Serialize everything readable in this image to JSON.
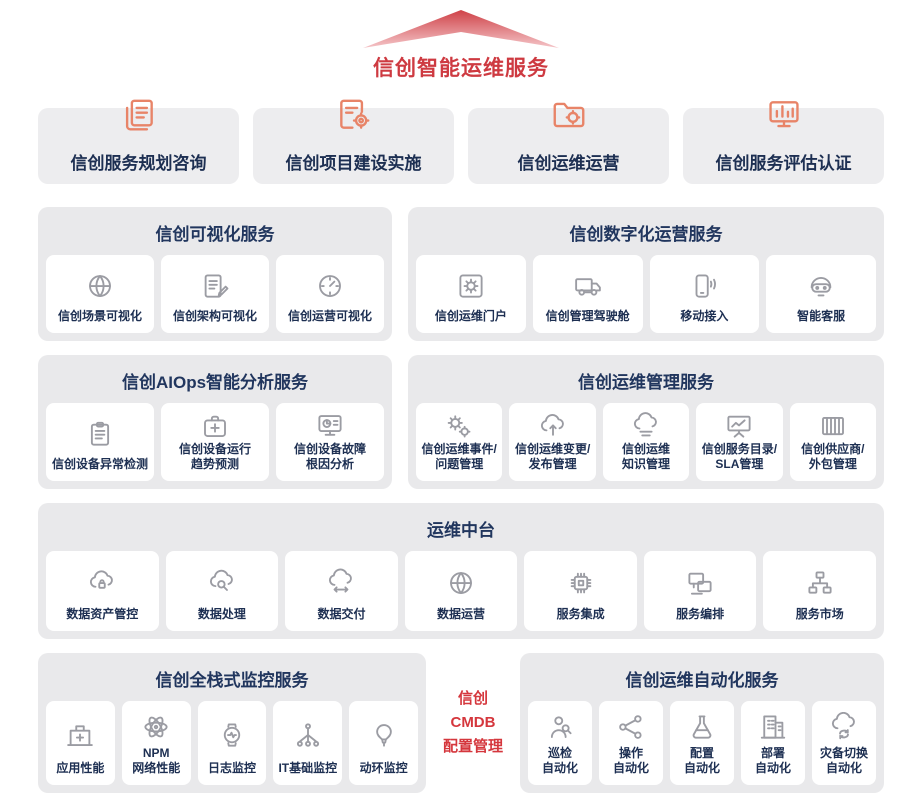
{
  "header": {
    "title": "信创智能运维服务",
    "arrow_icon": "upward-chevron-banner"
  },
  "top_services": [
    {
      "label": "信创服务规划咨询",
      "icon": "documents-icon"
    },
    {
      "label": "信创项目建设实施",
      "icon": "document-gear-icon"
    },
    {
      "label": "信创运维运营",
      "icon": "folder-gear-icon"
    },
    {
      "label": "信创服务评估认证",
      "icon": "chart-monitor-icon"
    }
  ],
  "panels": {
    "visualization": {
      "title": "信创可视化服务",
      "cards": [
        {
          "label": "信创场景可视化",
          "icon": "globe-icon"
        },
        {
          "label": "信创架构可视化",
          "icon": "blueprint-pencil-icon"
        },
        {
          "label": "信创运营可视化",
          "icon": "gauge-icon"
        }
      ]
    },
    "digital": {
      "title": "信创数字化运营服务",
      "cards": [
        {
          "label": "信创运维门户",
          "icon": "gear-panel-icon"
        },
        {
          "label": "信创管理驾驶舱",
          "icon": "truck-icon"
        },
        {
          "label": "移动接入",
          "icon": "mobile-signal-icon"
        },
        {
          "label": "智能客服",
          "icon": "robot-headset-icon"
        }
      ]
    },
    "aiops": {
      "title": "信创AIOps智能分析服务",
      "cards": [
        {
          "label": "信创设备异常检测",
          "icon": "clipboard-icon"
        },
        {
          "label": "信创设备运行\n趋势预测",
          "icon": "medkit-icon"
        },
        {
          "label": "信创设备故障\n根因分析",
          "icon": "monitor-pie-icon"
        }
      ]
    },
    "mgmt": {
      "title": "信创运维管理服务",
      "cards": [
        {
          "label": "信创运维事件/\n问题管理",
          "icon": "double-gear-icon"
        },
        {
          "label": "信创运维变更/\n发布管理",
          "icon": "cloud-upload-icon"
        },
        {
          "label": "信创运维\n知识管理",
          "icon": "cloud-list-icon"
        },
        {
          "label": "信创服务目录/\nSLA管理",
          "icon": "chart-board-icon"
        },
        {
          "label": "信创供应商/\n外包管理",
          "icon": "container-icon"
        }
      ]
    },
    "middle": {
      "title": "运维中台",
      "cards": [
        {
          "label": "数据资产管控",
          "icon": "cloud-lock-icon"
        },
        {
          "label": "数据处理",
          "icon": "cloud-search-icon"
        },
        {
          "label": "数据交付",
          "icon": "cloud-transfer-icon"
        },
        {
          "label": "数据运营",
          "icon": "globe-network-icon"
        },
        {
          "label": "服务集成",
          "icon": "chip-icon"
        },
        {
          "label": "服务编排",
          "icon": "screens-icon"
        },
        {
          "label": "服务市场",
          "icon": "network-hierarchy-icon"
        }
      ]
    },
    "monitoring": {
      "title": "信创全栈式监控服务",
      "cards": [
        {
          "label": "应用性能",
          "icon": "hospital-icon"
        },
        {
          "label": "NPM\n网络性能",
          "icon": "atom-icon"
        },
        {
          "label": "日志监控",
          "icon": "watch-pulse-icon"
        },
        {
          "label": "IT基础监控",
          "icon": "circuit-icon"
        },
        {
          "label": "动环监控",
          "icon": "balloon-icon"
        }
      ]
    },
    "automation": {
      "title": "信创运维自动化服务",
      "cards": [
        {
          "label": "巡检\n自动化",
          "icon": "person-search-icon"
        },
        {
          "label": "操作\n自动化",
          "icon": "share-nodes-icon"
        },
        {
          "label": "配置\n自动化",
          "icon": "flask-icon"
        },
        {
          "label": "部署\n自动化",
          "icon": "building-icon"
        },
        {
          "label": "灾备切换\n自动化",
          "icon": "cloud-failover-icon"
        }
      ]
    }
  },
  "cmdb": {
    "label": "信创\nCMDB\n配置管理"
  },
  "colors": {
    "title_red": "#ce3a41",
    "cmdb_red": "#d5373d",
    "navy": "#1d2f52",
    "panel_gray": "#e9e9eb",
    "top_box_gray": "#ededef",
    "icon_orange": "#e88468",
    "icon_gray": "#9b9ca3"
  }
}
